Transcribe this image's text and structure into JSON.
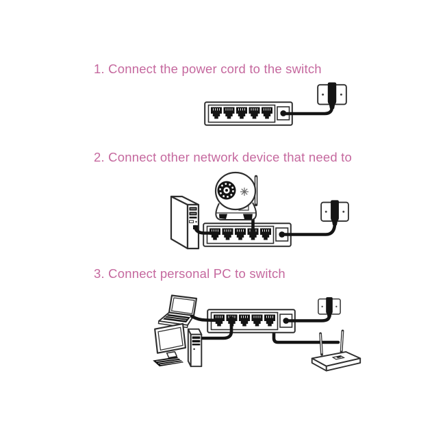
{
  "page": {
    "background_color": "#ffffff",
    "heading_color": "#c5689e",
    "diagram_line_color": "#2e2e2e",
    "cable_color": "#141414"
  },
  "switch": {
    "port_count": 5,
    "has_power_port": true
  },
  "steps": [
    {
      "label": "1. Connect the power cord to the switch",
      "devices": [
        "network-switch",
        "power-outlet-with-adapter"
      ],
      "connections": [
        "switch-power-port to wall-outlet-adapter"
      ]
    },
    {
      "label": "2. Connect other network device that need to",
      "devices": [
        "pc-tower",
        "ip-camera",
        "network-switch",
        "power-outlet-with-adapter"
      ],
      "connections": [
        "pc-tower to switch-port-1",
        "ip-camera to switch-port-4",
        "switch-power-port to wall-outlet-adapter"
      ]
    },
    {
      "label": "3. Connect personal PC to switch",
      "devices": [
        "laptop",
        "desktop-pc",
        "network-switch",
        "power-outlet-with-adapter",
        "wireless-router"
      ],
      "connections": [
        "laptop to switch-port-1",
        "desktop-pc to switch-port-2",
        "switch-power-port to wall-outlet-adapter",
        "switch to wireless-router"
      ]
    }
  ]
}
